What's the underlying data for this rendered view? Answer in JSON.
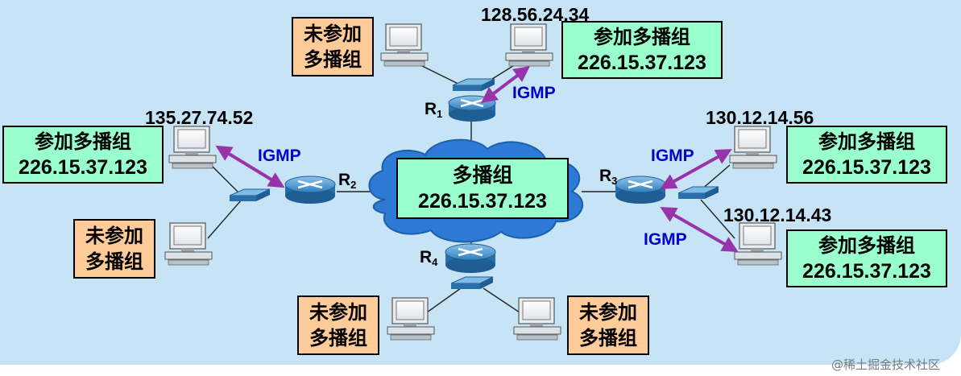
{
  "center_group": {
    "line1": "多播组",
    "line2": "226.15.37.123"
  },
  "routers": [
    {
      "id": "R1",
      "letter": "R",
      "sub": "1"
    },
    {
      "id": "R2",
      "letter": "R",
      "sub": "2"
    },
    {
      "id": "R3",
      "letter": "R",
      "sub": "3"
    },
    {
      "id": "R4",
      "letter": "R",
      "sub": "4"
    }
  ],
  "joined": {
    "line1": "参加多播组",
    "line2": "226.15.37.123"
  },
  "not_joined": {
    "line1": "未参加",
    "line2": "多播组"
  },
  "ips": {
    "top": "128.56.24.34",
    "left": "135.27.74.52",
    "right_upper": "130.12.14.56",
    "right_lower": "130.12.14.43"
  },
  "igmp_label": "IGMP",
  "watermark": "@稀土掘金技术社区",
  "colors": {
    "background": "#c6e4f6",
    "cloud": "#2d7ad6",
    "join_box": "#99ffcc",
    "nojoin_box": "#ffcc99",
    "igmp_arrow": "#9933aa",
    "igmp_text": "#0000cc"
  }
}
